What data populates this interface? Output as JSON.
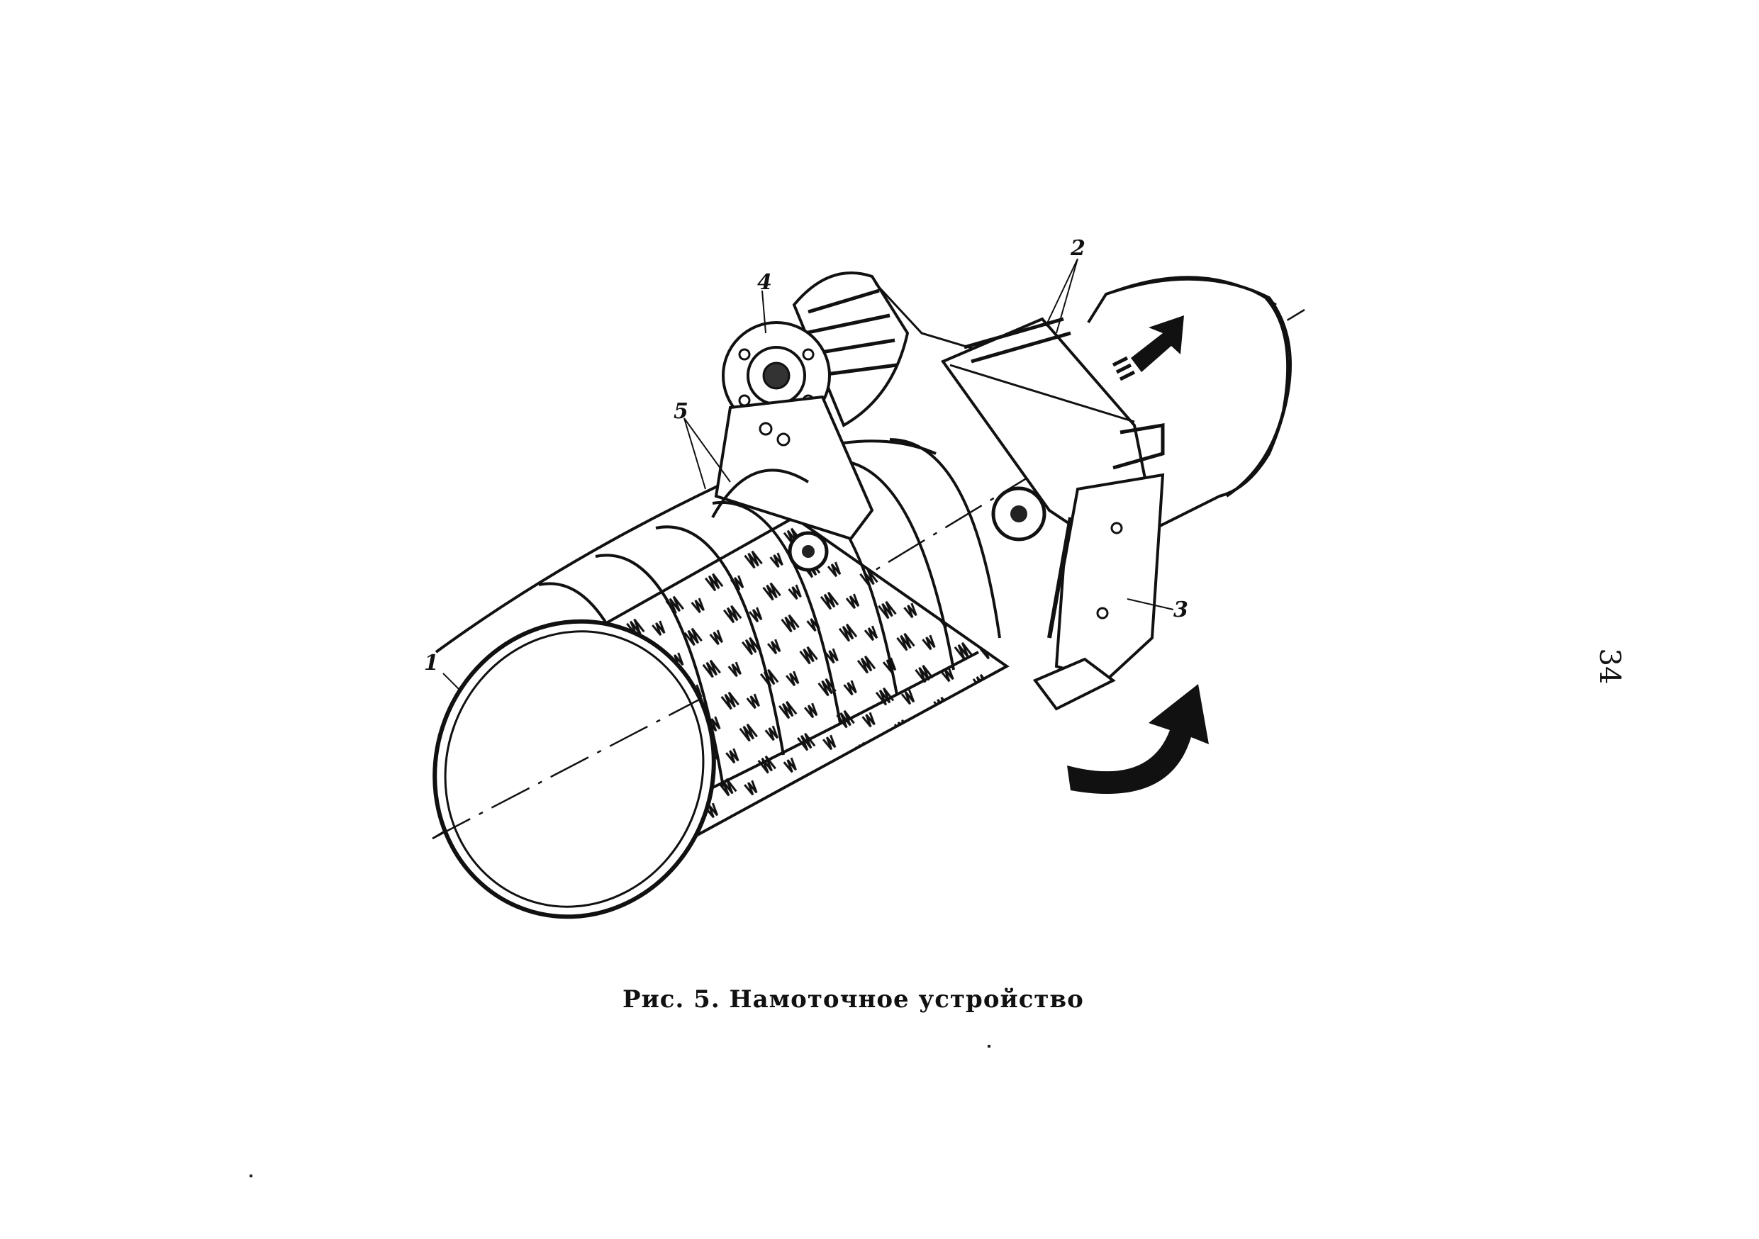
{
  "figure": {
    "callouts": {
      "c1": "1",
      "c2": "2",
      "c3": "3",
      "c4": "4",
      "c5": "5"
    }
  },
  "caption": "Рис. 5. Намоточное устройство",
  "page_number": "34"
}
